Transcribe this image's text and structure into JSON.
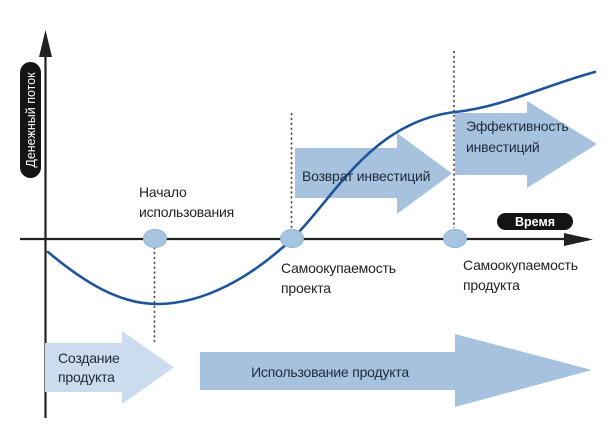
{
  "diagram": {
    "y_axis_label": "Денежный поток",
    "x_axis_label": "Время",
    "milestones": [
      {
        "label": "Начало использования"
      },
      {
        "label": "Самоокупаемость проекта"
      },
      {
        "label": "Самоокупаемость продукта"
      }
    ],
    "stage_arrows": [
      {
        "label": "Создание продукта"
      },
      {
        "label": "Использование продукта"
      },
      {
        "label": "Возврат инвестиций"
      },
      {
        "label": "Эффективность инвестиций"
      }
    ]
  },
  "colors": {
    "curve": "#1e549b",
    "axis": "#212121",
    "dotted": "#4a4a4a",
    "arrow_medium": "#a6c2df",
    "arrow_light": "#cadcee",
    "dot_fill": "#a7c4e1",
    "dot_stroke": "#8fb3d9",
    "badge_bg": "#141414",
    "badge_text": "#ffffff",
    "label_text": "#232323",
    "arrow_text": "#1e2a38"
  }
}
